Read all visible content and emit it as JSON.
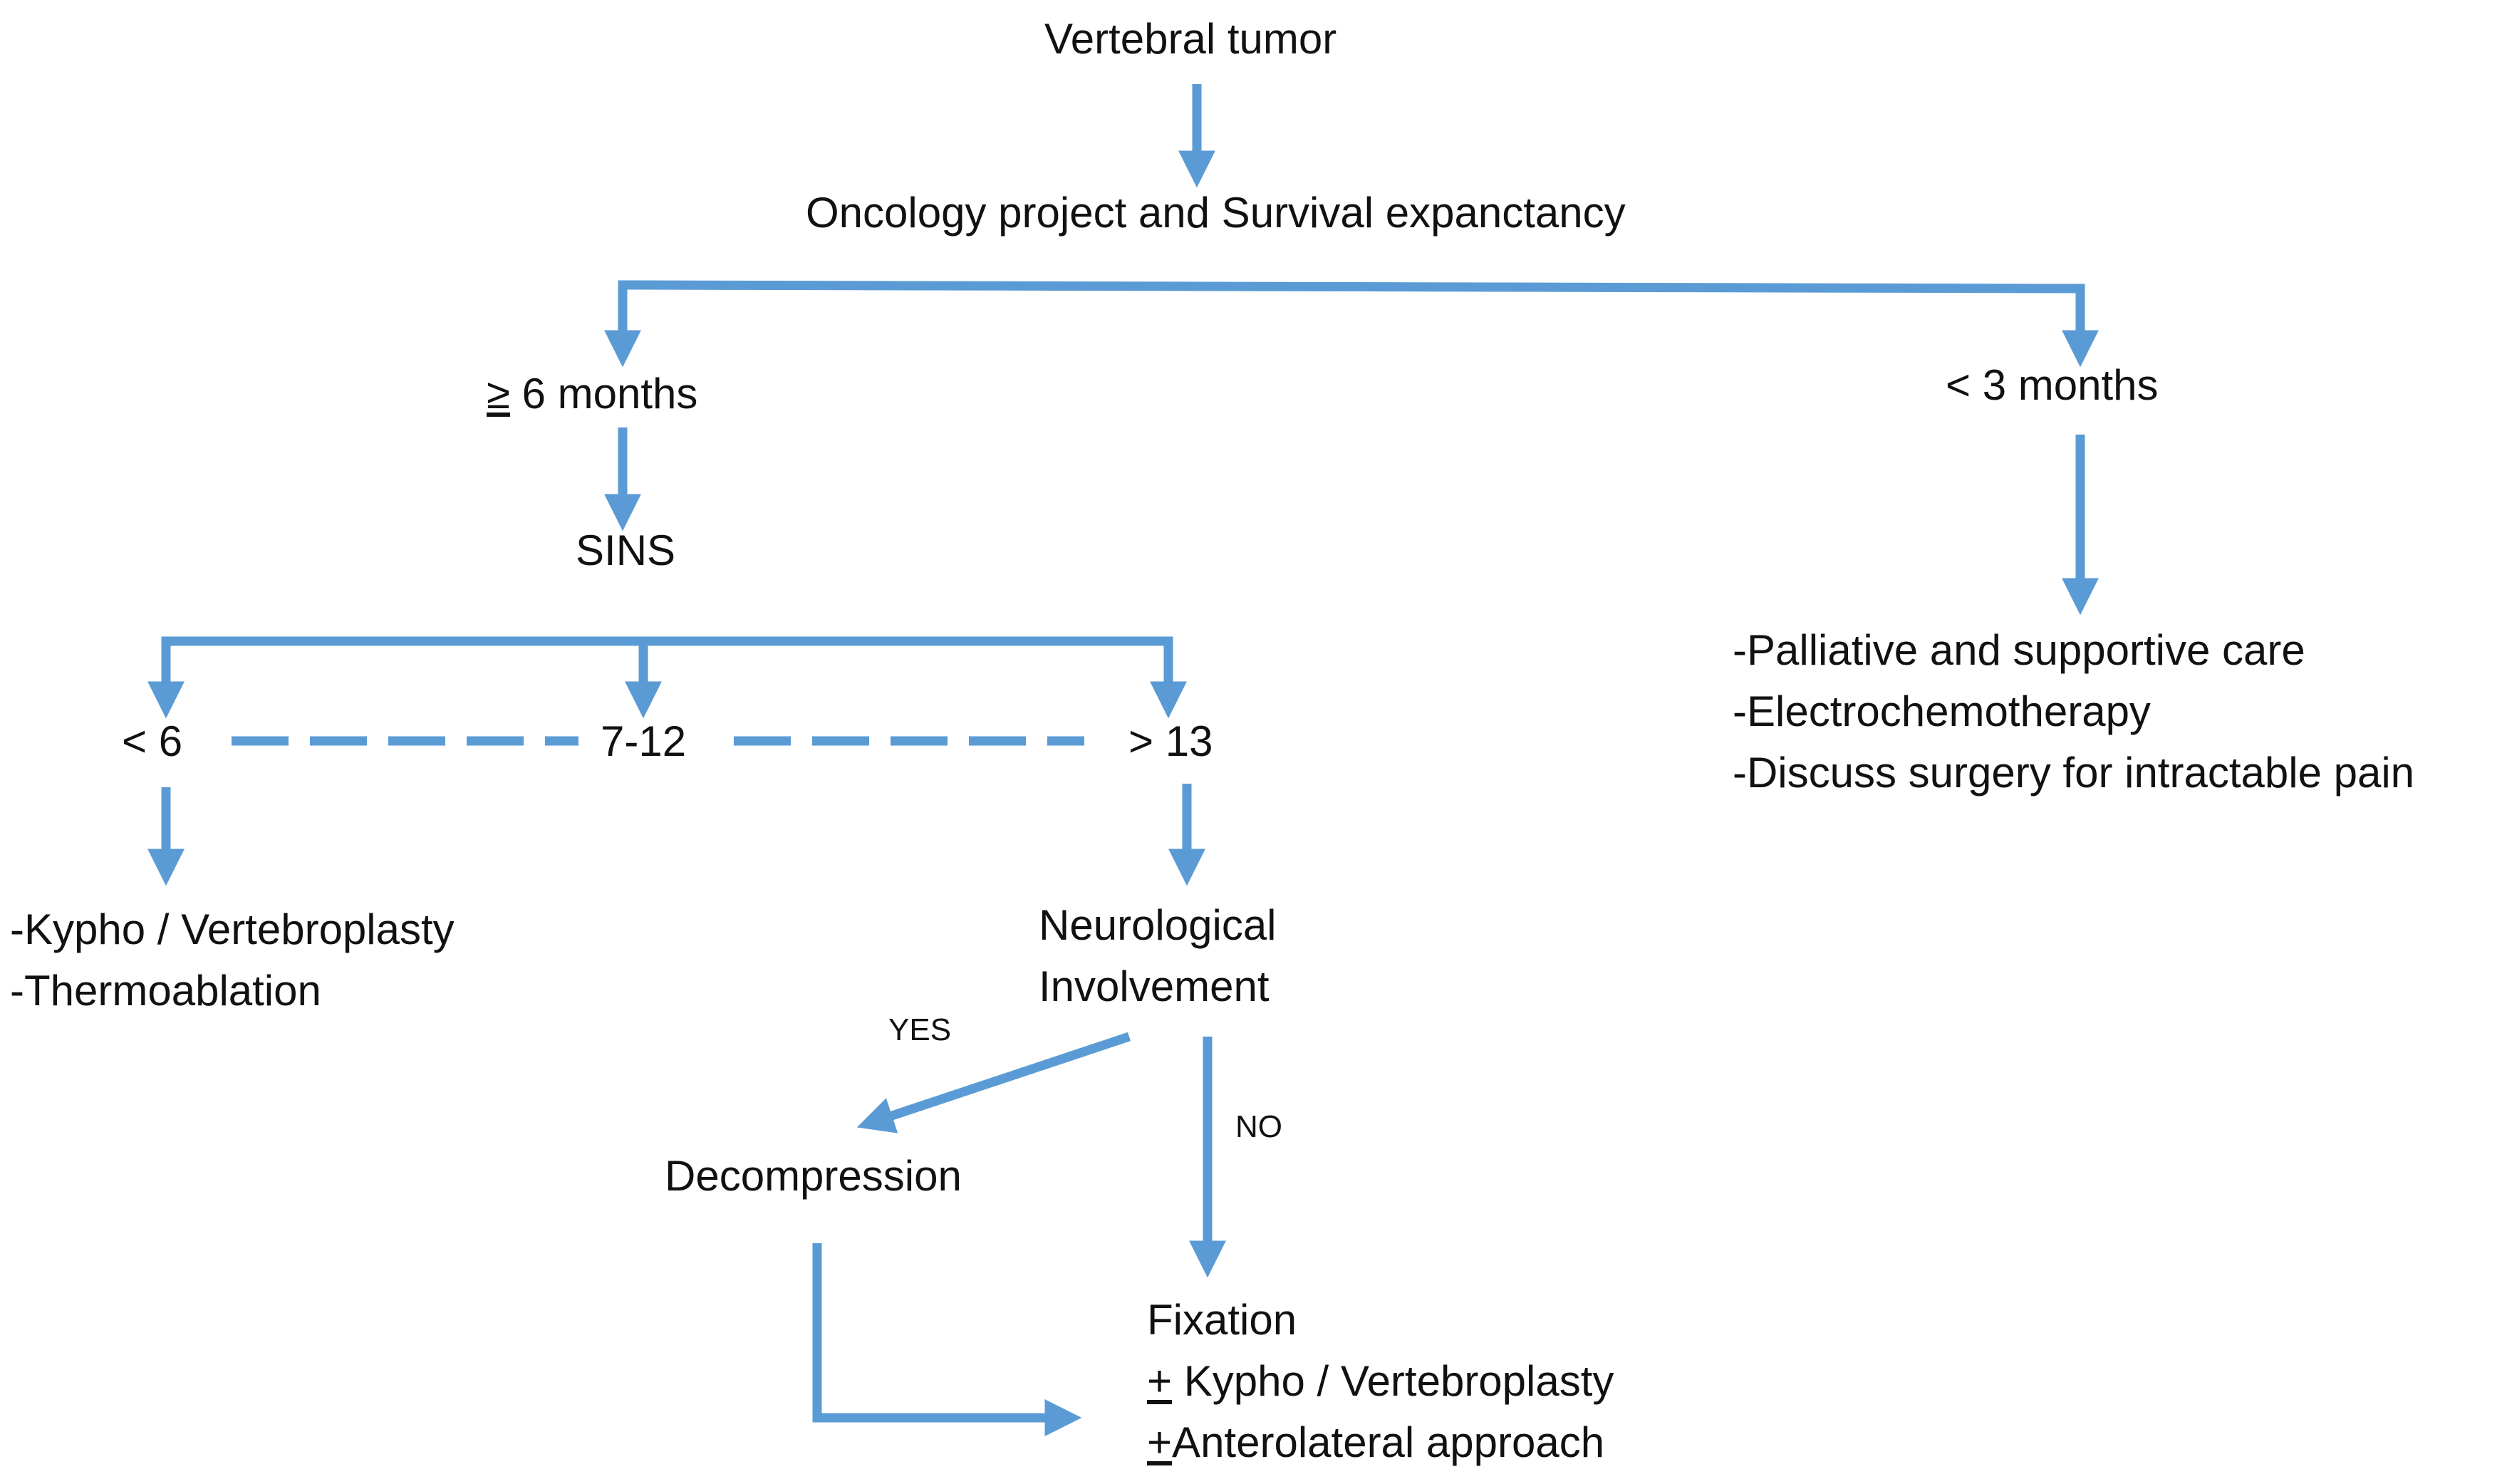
{
  "nodes": {
    "root": "Vertebral tumor",
    "oncology": "Oncology project and Survival expanctancy",
    "ge6_sym": "≥",
    "ge6_rest": " 6 months",
    "lt3": "< 3 months",
    "sins": "SINS",
    "lt6": "< 6",
    "mid": "7-12",
    "gt13": "> 13",
    "neuro_1": "Neurological",
    "neuro_2": "Involvement",
    "decompression": "Decompression",
    "yes": "YES",
    "no": "NO"
  },
  "left_outcome": [
    "-Kypho / Vertebroplasty",
    "-Thermoablation"
  ],
  "right_outcome": [
    "-Palliative and supportive care",
    "-Electrochemotherapy",
    "-Discuss surgery for intractable pain"
  ],
  "fixation": {
    "title": "Fixation",
    "line2_sym": "+",
    "line2_rest": " Kypho / Vertebroplasty",
    "line3_sym": "+",
    "line3_rest": "Anterolateral approach"
  },
  "colors": {
    "arrow": "#5b9bd5",
    "text": "#111111"
  }
}
